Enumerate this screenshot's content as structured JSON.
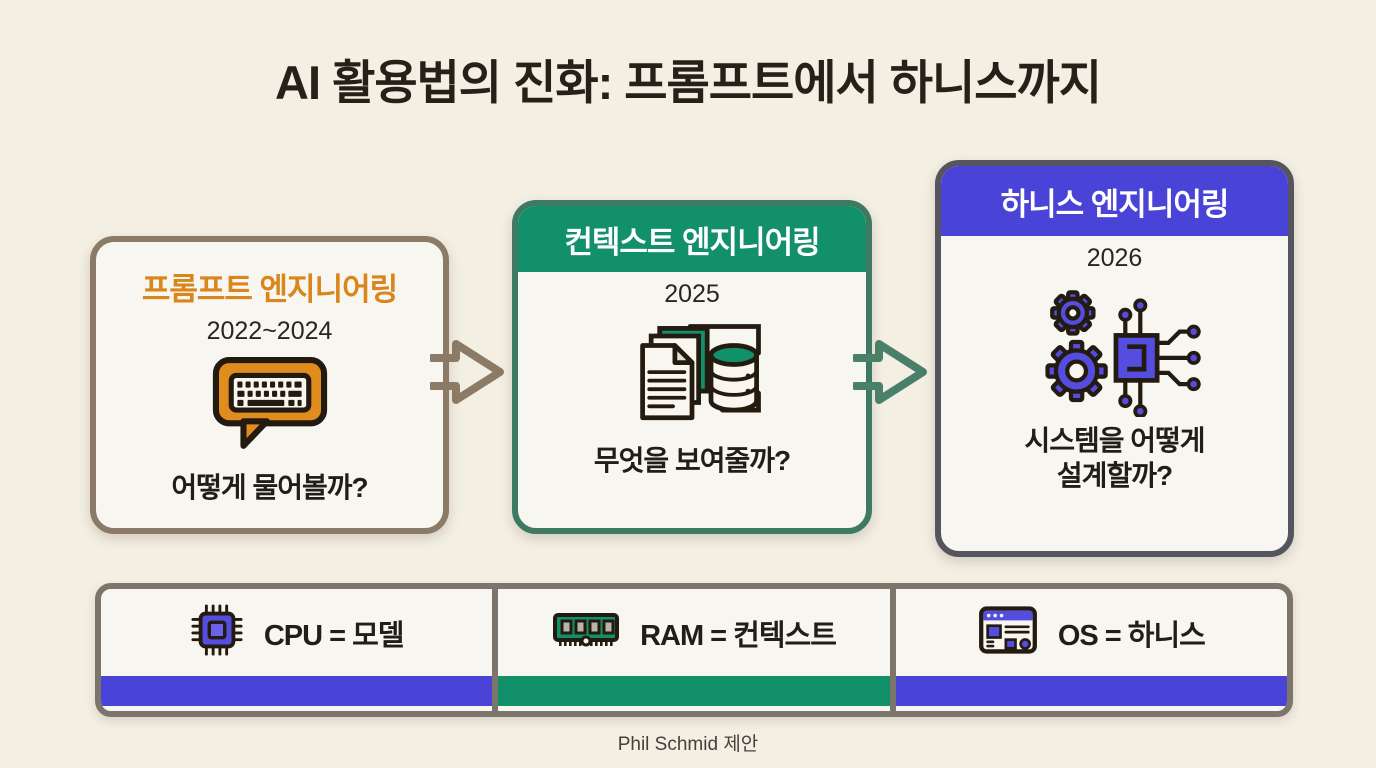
{
  "title": "AI 활용법의 진화: 프롬프트에서 하니스까지",
  "cards": [
    {
      "title": "프롬프트 엔지니어링",
      "period": "2022~2024",
      "question": "어떻게 물어볼까?",
      "icon": "keyboard-chat-icon",
      "accent": "#d9861c",
      "border": "#8b7b66"
    },
    {
      "title": "컨텍스트 엔지니어링",
      "period": "2025",
      "question": "무엇을 보여줄까?",
      "icon": "documents-database-icon",
      "accent": "#12906a",
      "border": "#3e7a63"
    },
    {
      "title": "하니스 엔지니어링",
      "period": "2026",
      "question": "시스템을 어떻게\n설계할까?",
      "icon": "gears-chip-icon",
      "accent": "#4a43d8",
      "border": "#55555f"
    }
  ],
  "legend": {
    "items": [
      {
        "label": "CPU = 모델",
        "icon": "cpu-chip-icon",
        "accent": "#4a43d8"
      },
      {
        "label": "RAM = 컨텍스트",
        "icon": "ram-module-icon",
        "accent": "#12906a"
      },
      {
        "label": "OS = 하니스",
        "icon": "browser-window-icon",
        "accent": "#4a43d8"
      }
    ]
  },
  "footer": "Phil Schmid 제안",
  "colors": {
    "background": "#f4efe3",
    "card_background": "#f8f6f1",
    "title_text": "#262019",
    "orange": "#d9861c",
    "green": "#12906a",
    "indigo": "#4a43d8",
    "taupe_border": "#8b7b66",
    "green_border": "#3e7a63",
    "slate_border": "#55555f",
    "legend_border": "#7b756b",
    "outline_dark": "#241b10"
  }
}
